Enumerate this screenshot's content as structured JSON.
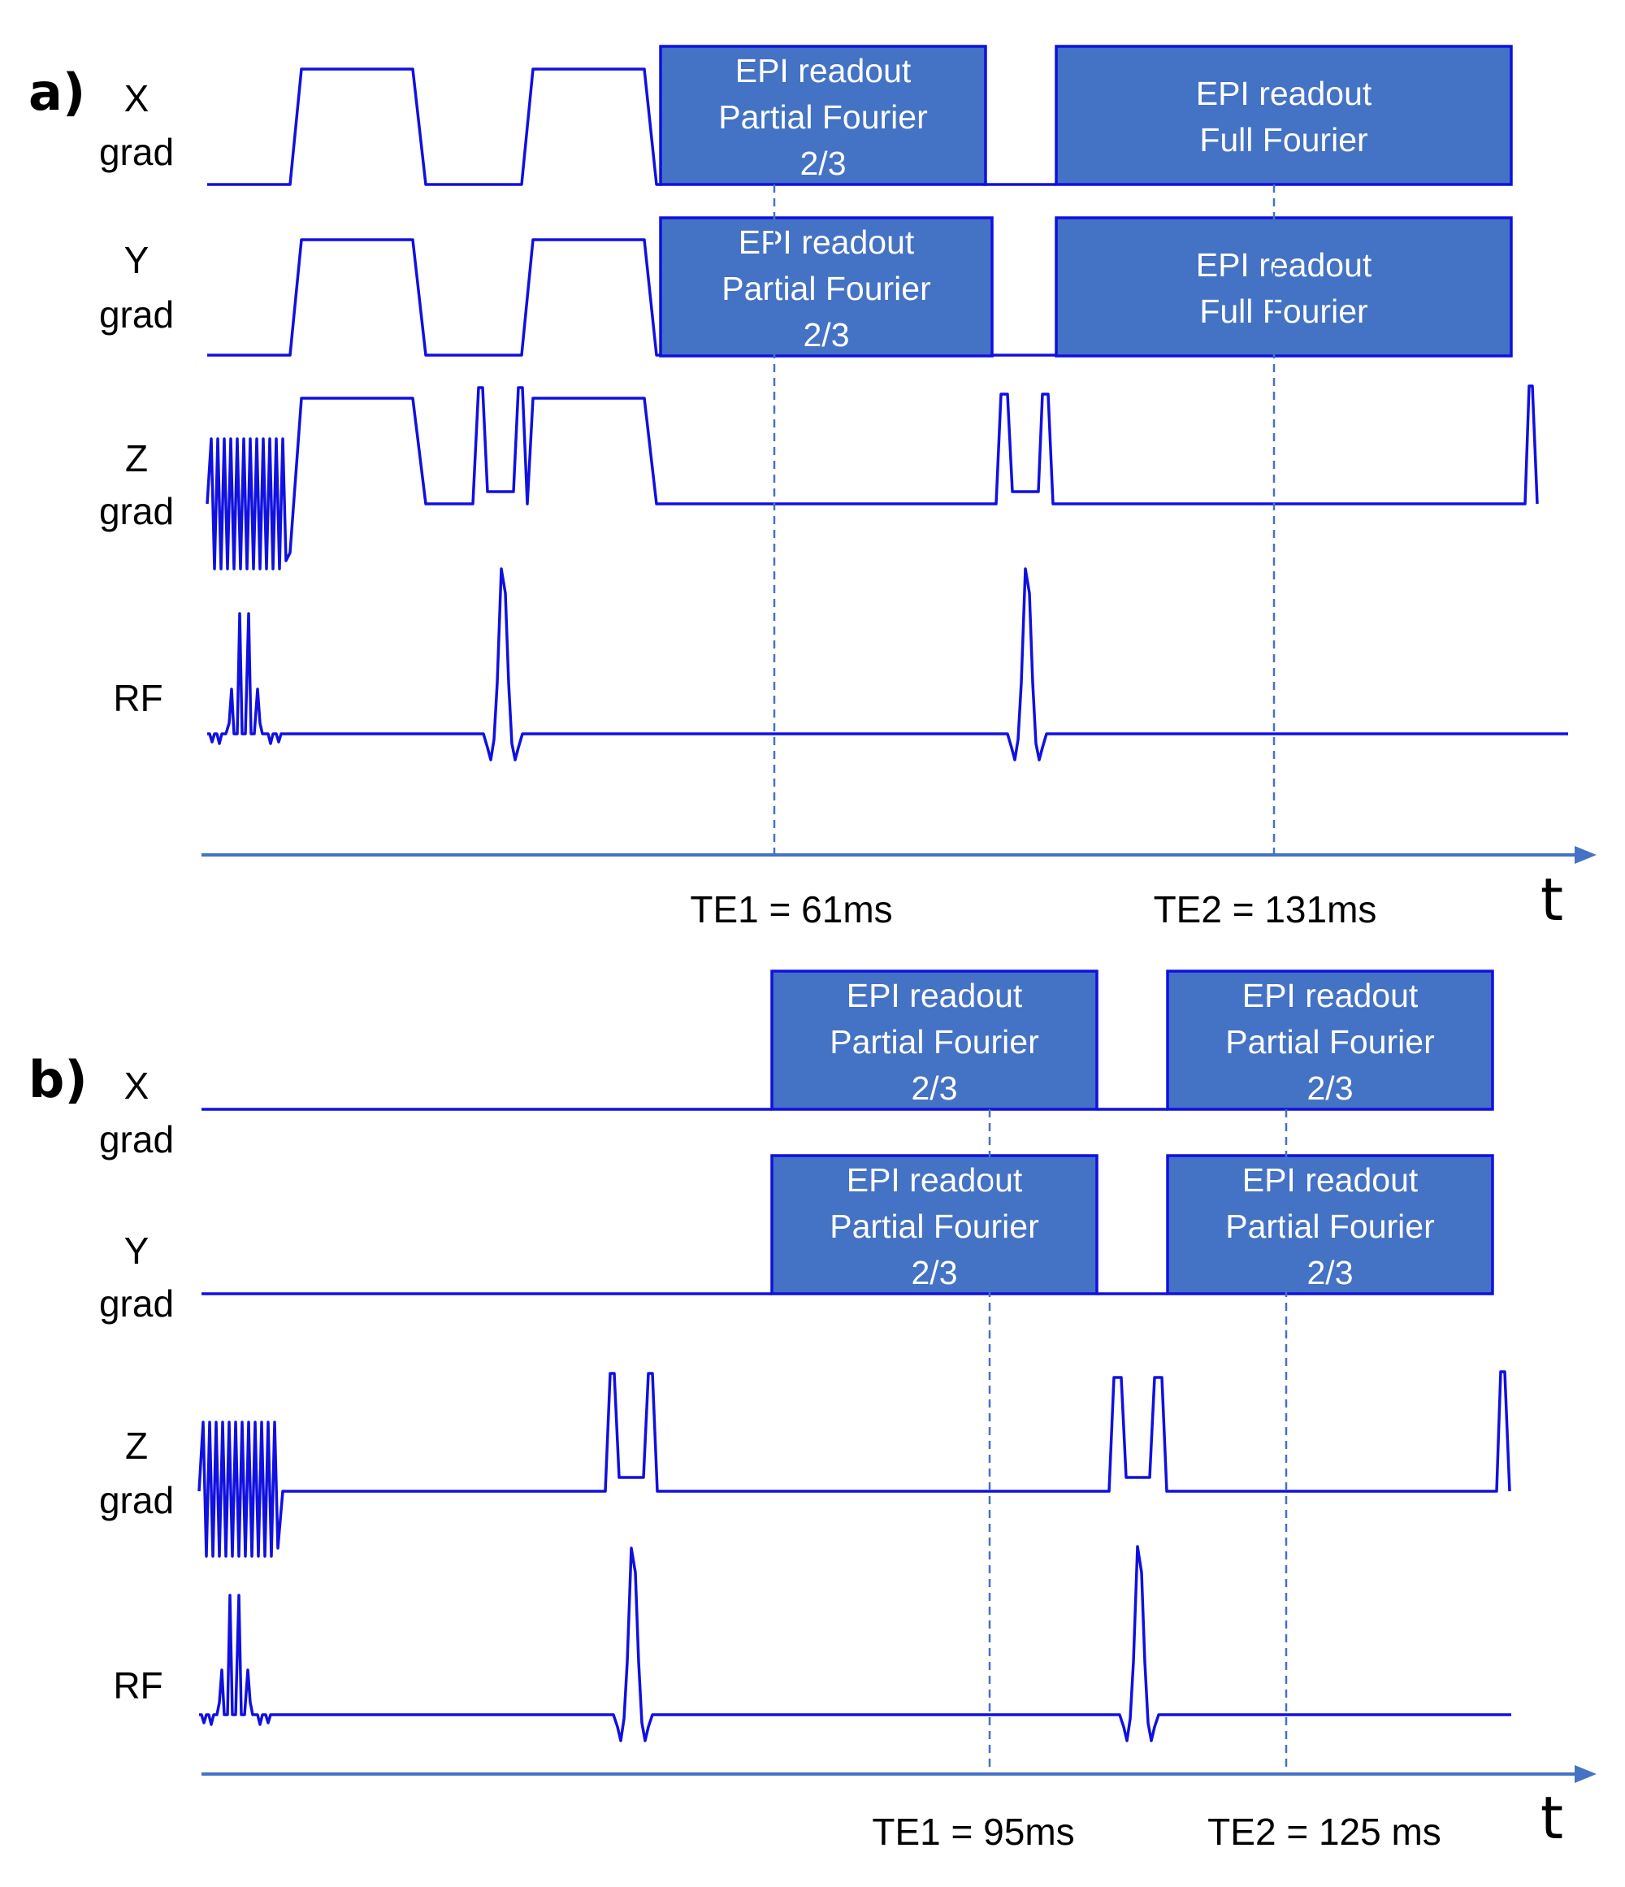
{
  "colors": {
    "waveform": "#1010e0",
    "epi_box_fill": "#4472c4",
    "axis": "#4472c4",
    "dashed_line": "#4472c4",
    "text": "#000000",
    "box_text": "#ffffff"
  },
  "panel_a": {
    "label": "a)",
    "rows": {
      "x": [
        "X",
        "grad"
      ],
      "y": [
        "Y",
        "grad"
      ],
      "z": [
        "Z",
        "grad"
      ],
      "rf": "RF"
    },
    "boxes": {
      "x_first": [
        "EPI readout",
        "Partial Fourier",
        "2/3"
      ],
      "x_second": [
        "EPI readout",
        "Full Fourier"
      ],
      "y_first": [
        "EPI readout",
        "Partial Fourier",
        "2/3"
      ],
      "y_second": [
        "EPI readout",
        "Full Fourier"
      ]
    },
    "te1": "TE1 = 61ms",
    "te2": "TE2 = 131ms",
    "axis_label": "t"
  },
  "panel_b": {
    "label": "b)",
    "rows": {
      "x": [
        "X",
        "grad"
      ],
      "y": [
        "Y",
        "grad"
      ],
      "z": [
        "Z",
        "grad"
      ],
      "rf": "RF"
    },
    "boxes": {
      "x_first": [
        "EPI readout",
        "Partial Fourier",
        "2/3"
      ],
      "x_second": [
        "EPI readout",
        "Partial Fourier",
        "2/3"
      ],
      "y_first": [
        "EPI readout",
        "Partial Fourier",
        "2/3"
      ],
      "y_second": [
        "EPI readout",
        "Partial Fourier",
        "2/3"
      ]
    },
    "te1": "TE1 = 95ms",
    "te2": "TE2 = 125 ms",
    "axis_label": "t"
  }
}
